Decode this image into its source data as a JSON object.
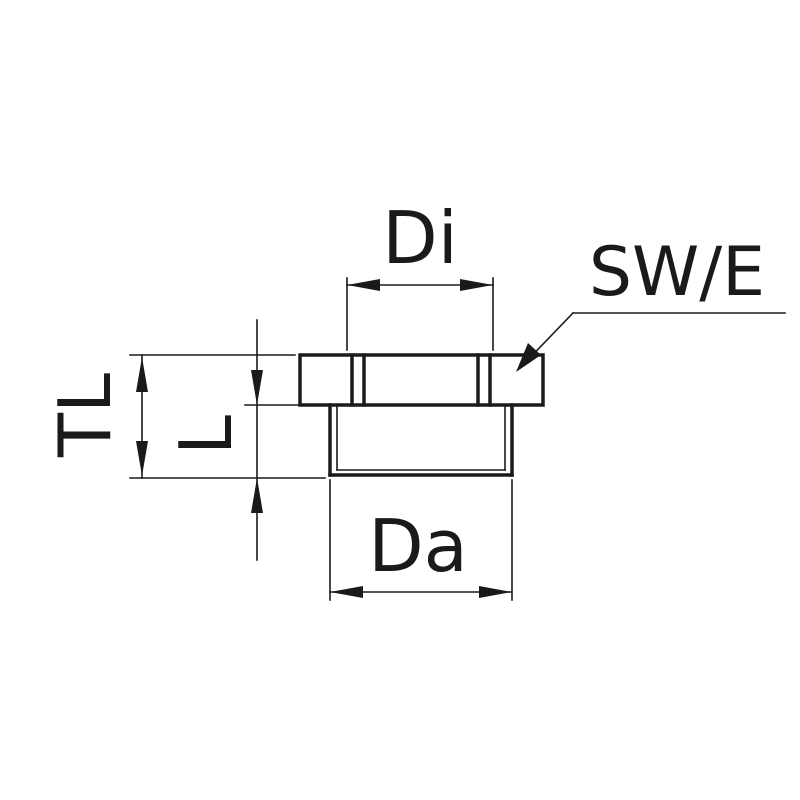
{
  "labels": {
    "inner_diameter": "Di",
    "wrench_size": "SW/E",
    "total_length": "TL",
    "length": "L",
    "outer_diameter": "Da"
  },
  "colors": {
    "ink": "#1a1a1a",
    "background": "#ffffff"
  }
}
